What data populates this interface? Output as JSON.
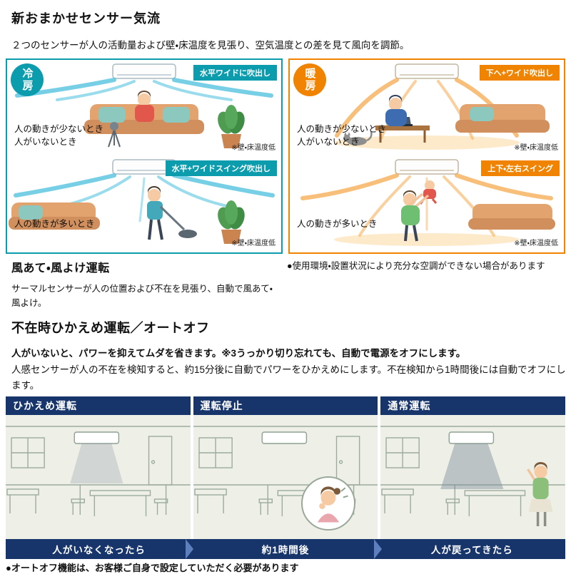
{
  "page": {
    "title": "新おまかせセンサー気流",
    "subtitle": "２つのセンサーが人の活動量および壁・床温度を見張り、空気温度との差を見て風向を調節。"
  },
  "cooling_panel": {
    "badge": "冷房",
    "scenes": [
      {
        "label": "水平ワイドに吹出し",
        "description": "人の動きが少ないとき\n人がいないとき",
        "note": "※壁・床温度低"
      },
      {
        "label": "水平+ワイドスイング吹出し",
        "description": "人の動きが多いとき",
        "note": "※壁・床温度低"
      }
    ]
  },
  "heating_panel": {
    "badge": "暖房",
    "scenes": [
      {
        "label": "下へ+ワイド吹出し",
        "description": "人の動きが少ないとき\n人がいないとき",
        "note": "※壁・床温度低"
      },
      {
        "label": "上下・左右スイング",
        "description": "人の動きが多いとき",
        "note": "※壁・床温度低"
      }
    ]
  },
  "wind_section": {
    "heading": "風あて・風よけ運転",
    "body": "サーマルセンサーが人の位置および不在を見張り、自動で風あて・風よけ。",
    "usage_note": "●使用環境・設置状況により充分な空調ができない場合があります"
  },
  "autooff_section": {
    "heading": "不在時ひかえめ運転／オートオフ",
    "lead": "人がいないと、パワーを抑えてムダを省きます。※3うっかり切り忘れても、自動で電源をオフにします。",
    "body": "人感センサーが人の不在を検知すると、約15分後に自動でパワーをひかえめにします。不在検知から1時間後には自動でオフにします。",
    "panels": [
      {
        "header": "ひかえめ運転",
        "footer": "人がいなくなったら"
      },
      {
        "header": "運転停止",
        "footer": "約1時間後"
      },
      {
        "header": "通常運転",
        "footer": "人が戻ってきたら"
      }
    ],
    "note": "●オートオフ機能は、お客様ご自身で設定していただく必要があります"
  },
  "colors": {
    "cooling_accent": "#0b9cad",
    "heating_accent": "#f08300",
    "header_navy": "#17356b",
    "cool_airflow": "#49bfdd",
    "warm_airflow": "#f6a94e"
  }
}
